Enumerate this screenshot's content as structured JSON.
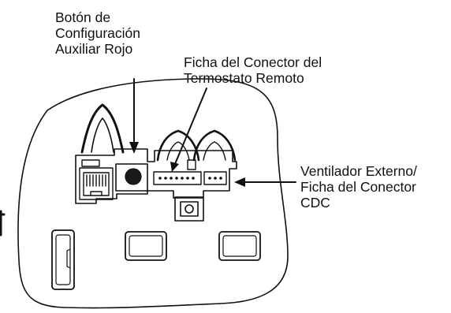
{
  "labels": {
    "aux_button": {
      "lines": [
        "Botón de",
        "Configuración",
        "Auxiliar Rojo"
      ]
    },
    "thermostat_plug": {
      "lines": [
        "Ficha del Conector del",
        "Termostato Remoto"
      ]
    },
    "fan_plug": {
      "lines": [
        "Ventilador Externo/",
        "Ficha del Conector",
        "CDC"
      ]
    }
  },
  "colors": {
    "ink": "#111111",
    "background": "#ffffff",
    "aux_button_fill": "#1a1a1a"
  },
  "icons": [
    "rj-jack-icon",
    "red-button-icon",
    "pin-header-icon",
    "round-connector-icon",
    "slot-icon"
  ]
}
